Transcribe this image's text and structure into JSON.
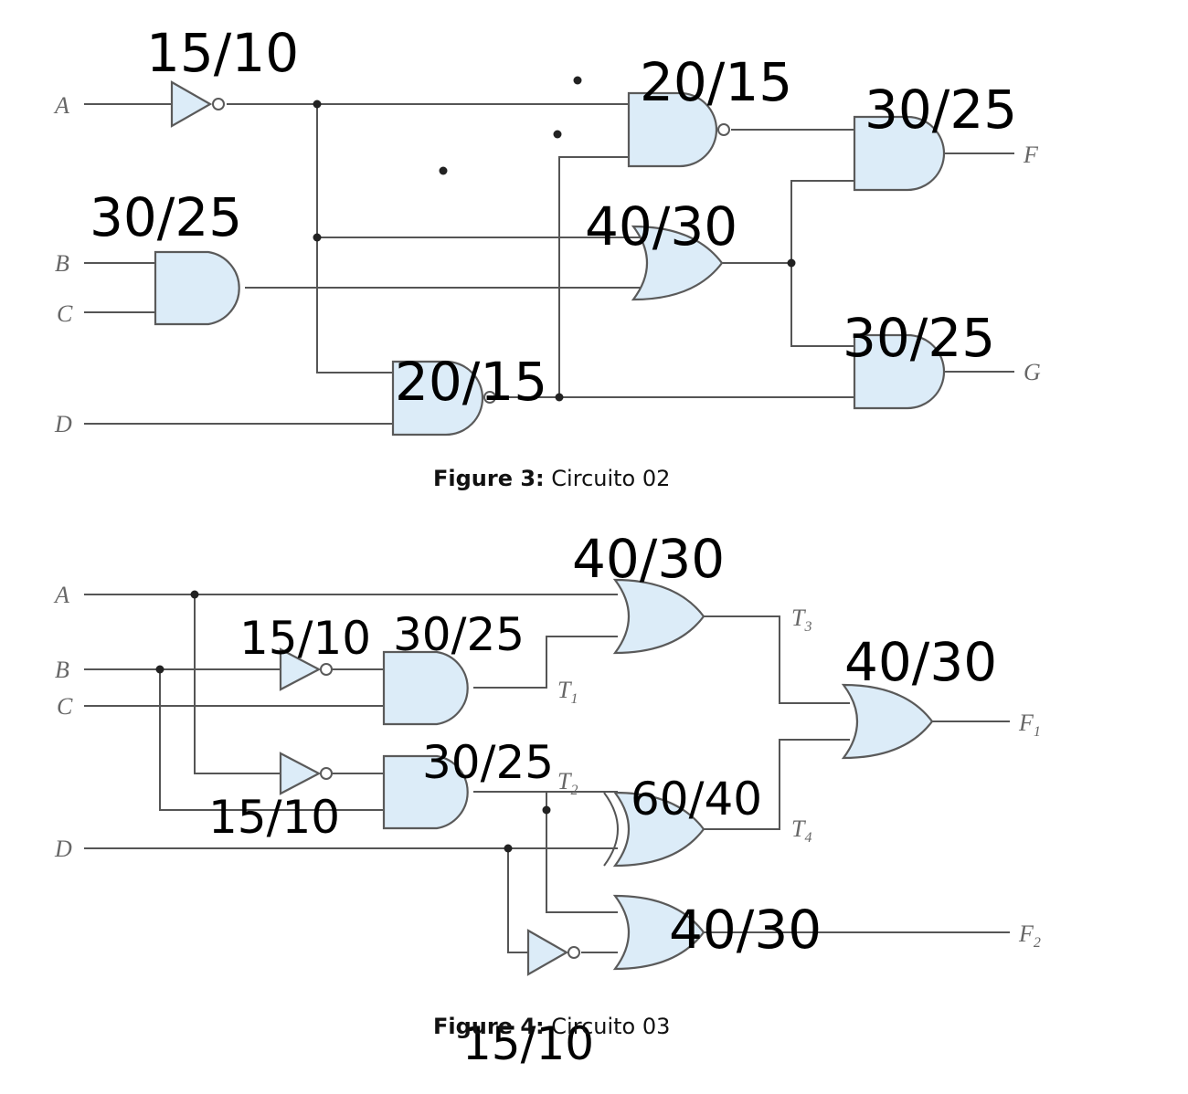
{
  "circuit_top": {
    "inputs": [
      "A",
      "B",
      "C",
      "D"
    ],
    "outputs": [
      "F",
      "G"
    ],
    "caption": {
      "label": "Figure 3:",
      "text": "Circuito 02"
    },
    "annotations": [
      "15/10",
      "30/25",
      "20/15",
      "40/30",
      "30/25",
      "20/15",
      "30/25"
    ]
  },
  "circuit_bottom": {
    "inputs": [
      "A",
      "B",
      "C",
      "D"
    ],
    "internal": [
      {
        "letter": "T",
        "sub": "1"
      },
      {
        "letter": "T",
        "sub": "2"
      },
      {
        "letter": "T",
        "sub": "3"
      },
      {
        "letter": "T",
        "sub": "4"
      }
    ],
    "outputs": [
      {
        "letter": "F",
        "sub": "1"
      },
      {
        "letter": "F",
        "sub": "2"
      }
    ],
    "caption": {
      "label": "Figure 4:",
      "text": "Circuito 03"
    },
    "annotations": [
      "40/30",
      "15/10",
      "30/25",
      "40/30",
      "30/25",
      "60/40",
      "15/10",
      "40/30",
      "15/10"
    ]
  },
  "colors": {
    "gate_fill": "#dcecf8",
    "wire": "#555555",
    "ink": "#000000"
  }
}
